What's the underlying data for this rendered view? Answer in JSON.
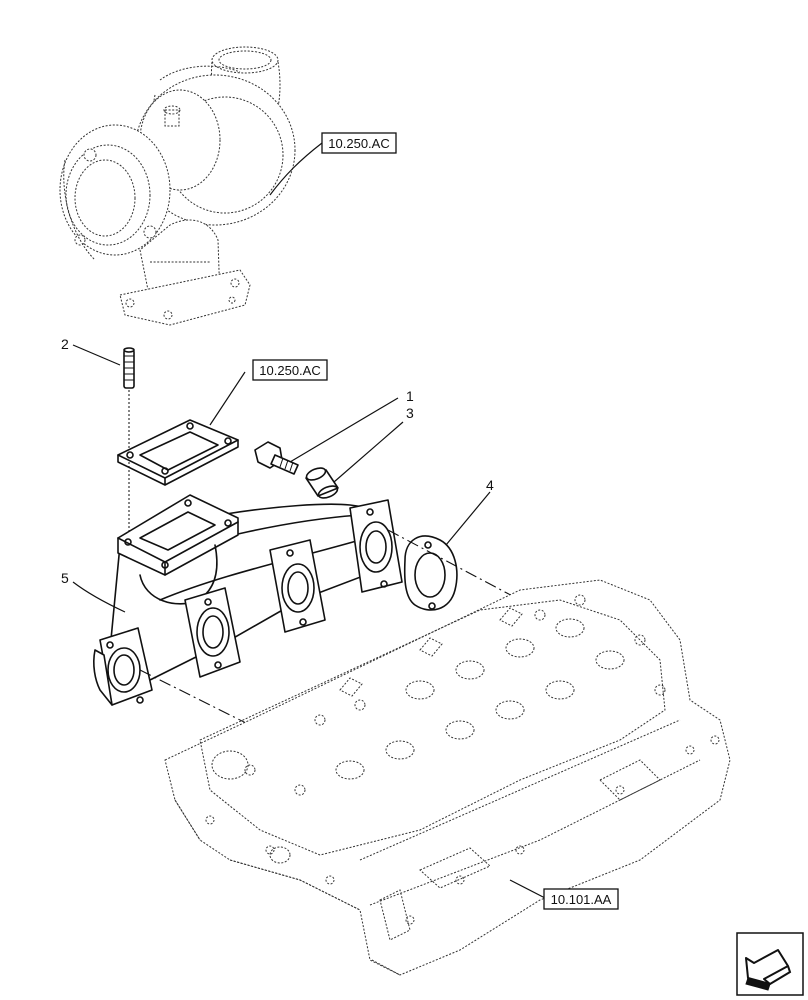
{
  "references": {
    "turbo_top": "10.250.AC",
    "gasket_top": "10.250.AC",
    "cylinder_head": "10.101.AA"
  },
  "callouts": {
    "c1": "1",
    "c2": "2",
    "c3": "3",
    "c4": "4",
    "c5": "5"
  },
  "icons": {
    "nav": "arrow-icon"
  }
}
